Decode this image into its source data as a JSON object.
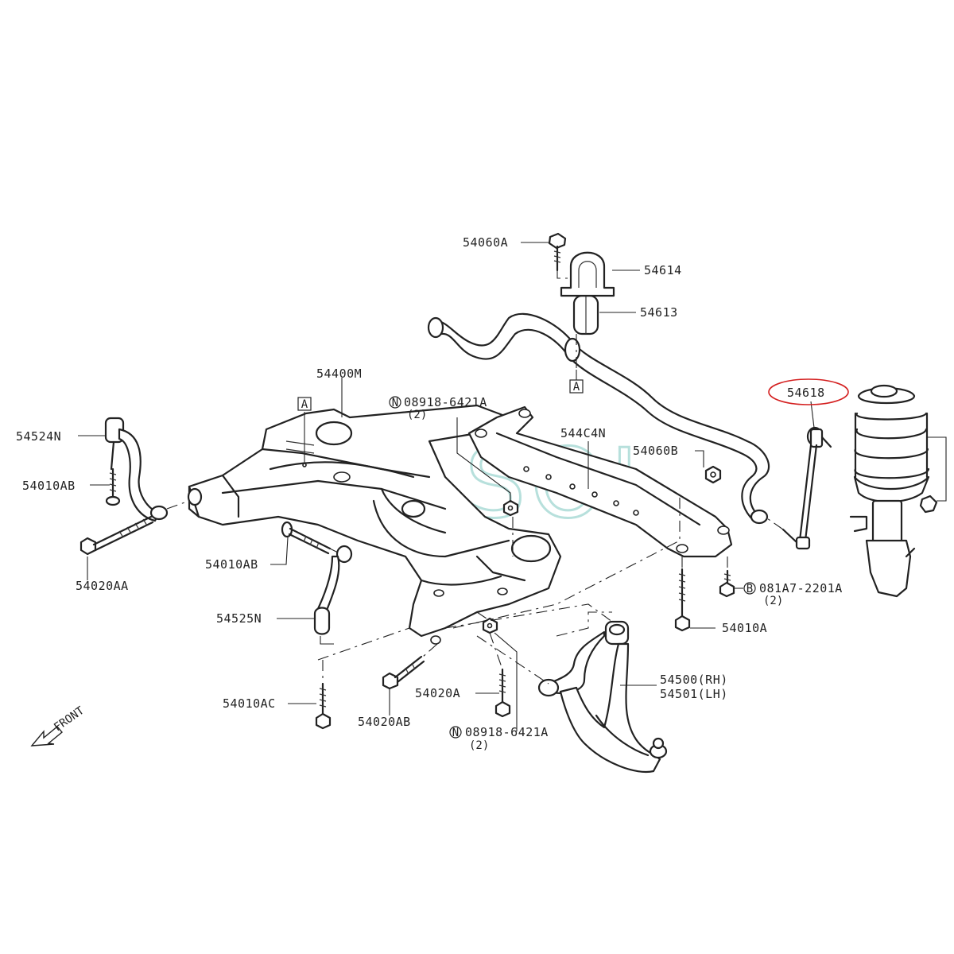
{
  "labels": {
    "p54060A_top": "54060A",
    "p54614": "54614",
    "p54613": "54613",
    "p54618": "54618",
    "p54400M": "54400M",
    "p08918_top": "08918-6421A",
    "p08918_top_qty": "(2)",
    "p544C4N": "544C4N",
    "p54060B": "54060B",
    "p54524N": "54524N",
    "p54010AB_left": "54010AB",
    "p54020AA": "54020AA",
    "p54010AB_mid": "54010AB",
    "p54525N": "54525N",
    "p081A7": "081A7-2201A",
    "p081A7_qty": "(2)",
    "p54010A": "54010A",
    "p54500": "54500(RH)",
    "p54501": "54501(LH)",
    "p54020A": "54020A",
    "p54010AC": "54010AC",
    "p54020AB": "54020AB",
    "p08918_bot": "08918-6421A",
    "p08918_bot_qty": "(2)",
    "ref_A_left": "A",
    "ref_A_right": "A",
    "circle_N_top": "N",
    "circle_N_bot": "N",
    "circle_B": "B",
    "front": "FRONT"
  },
  "watermark": "SOL",
  "colors": {
    "highlight": "#d42020",
    "watermark": "#7ec8c0",
    "line": "#222222"
  }
}
